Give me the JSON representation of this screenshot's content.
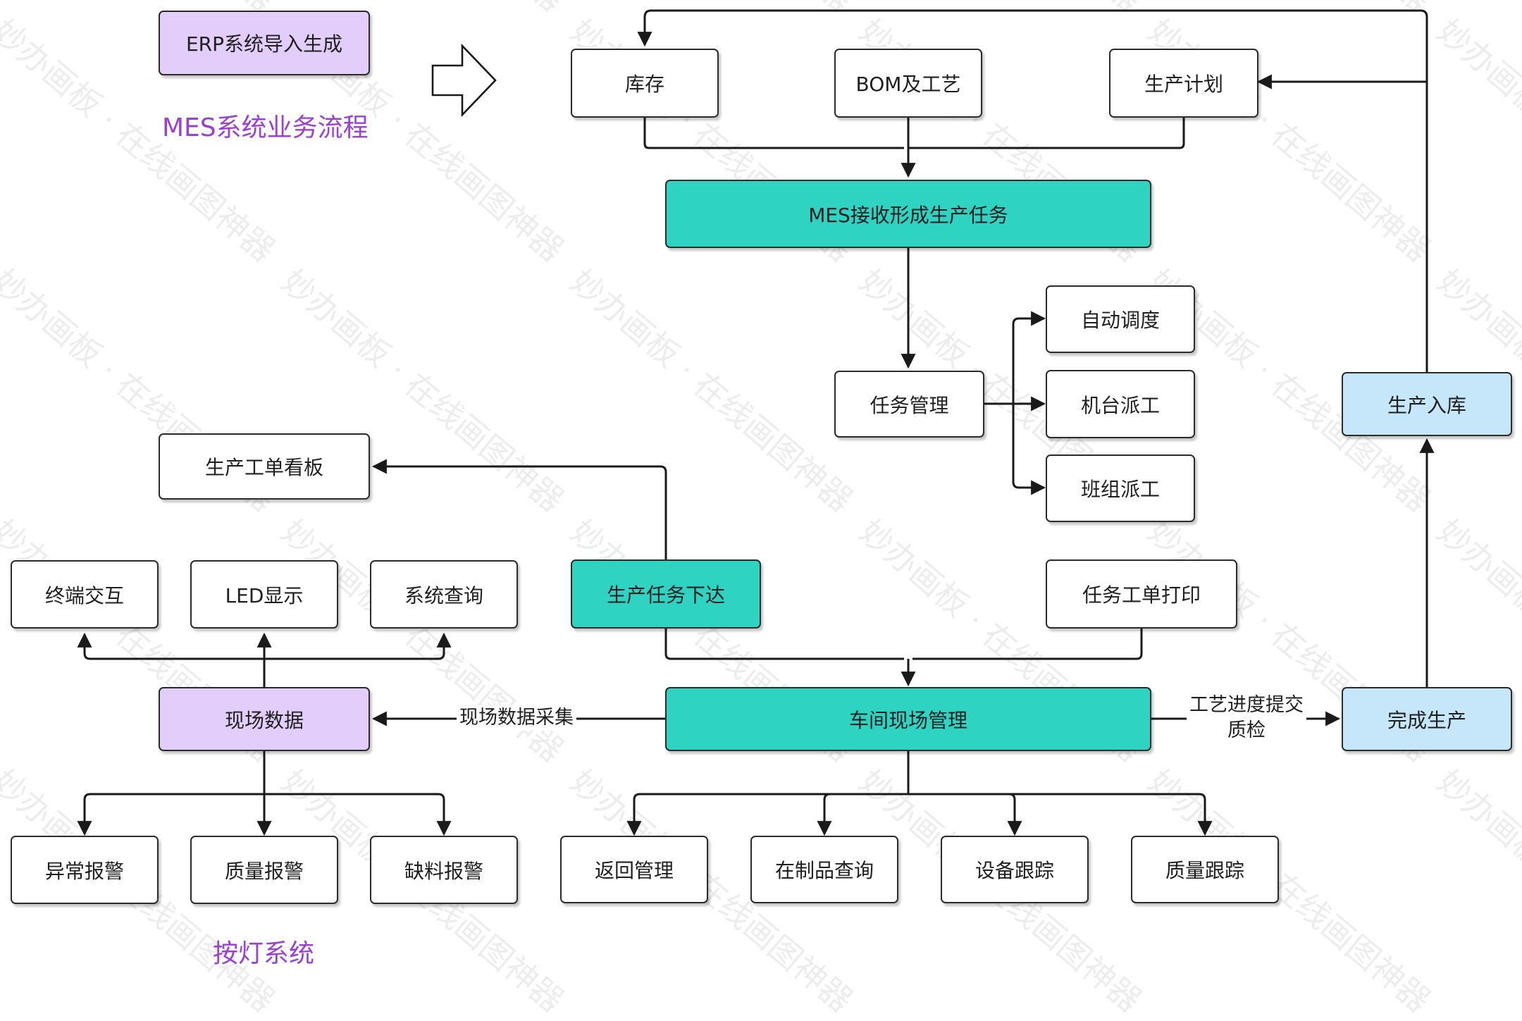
{
  "headings": {
    "mes_flow": "MES系统业务流程",
    "andon": "按灯系统"
  },
  "nodes": {
    "erp": "ERP系统导入生成",
    "inventory": "库存",
    "bom": "BOM及工艺",
    "plan": "生产计划",
    "mes_task": "MES接收形成生产任务",
    "task_mgmt": "任务管理",
    "auto_dispatch": "自动调度",
    "machine_dispatch": "机台派工",
    "team_dispatch": "班组派工",
    "board": "生产工单看板",
    "terminal": "终端交互",
    "led": "LED显示",
    "sys_query": "系统查询",
    "task_issue": "生产任务下达",
    "order_print": "任务工单打印",
    "field_data": "现场数据",
    "workshop": "车间现场管理",
    "complete": "完成生产",
    "warehouse_in": "生产入库",
    "abnormal_alarm": "异常报警",
    "quality_alarm": "质量报警",
    "material_alarm": "缺料报警",
    "return_mgmt": "返回管理",
    "wip_query": "在制品查询",
    "equipment_track": "设备跟踪",
    "quality_track": "质量跟踪"
  },
  "edge_labels": {
    "field_collect": "现场数据采集",
    "process_line1": "工艺进度提交",
    "process_line2": "质检"
  },
  "watermark_text": "妙办画板 · 在线画图神器",
  "colors": {
    "teal": "#2ed3c1",
    "purple_fill": "#e3cdfa",
    "blue_fill": "#c6e6f9",
    "heading_purple": "#9b3fd6",
    "stroke": "#1a1a1a"
  }
}
